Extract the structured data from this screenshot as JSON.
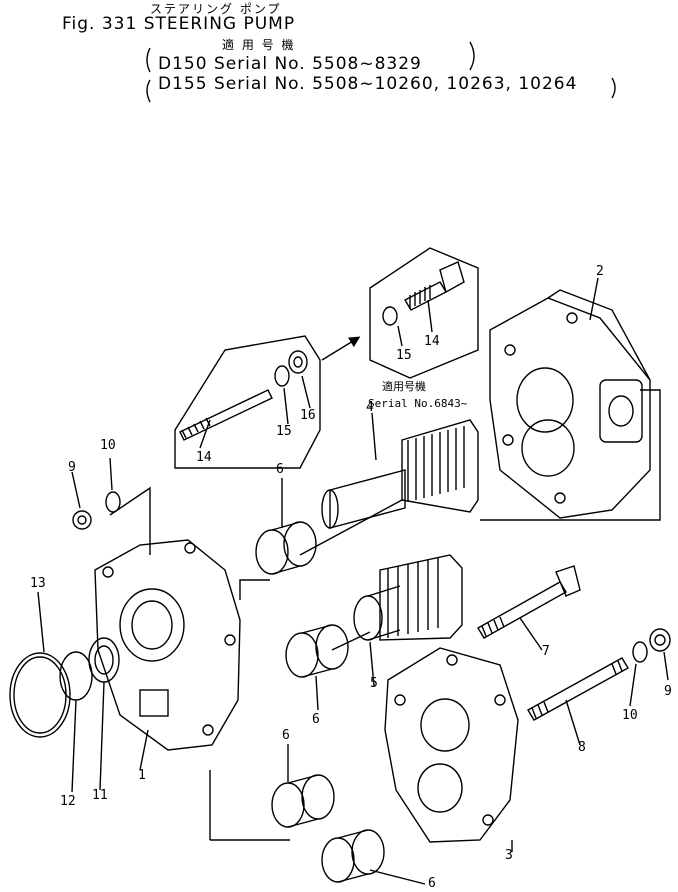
{
  "header": {
    "title_kana": "ステアリング ポンプ",
    "fig_label": "Fig. 331 STEERING PUMP",
    "applicability_kana": "適 用 号 機",
    "line1": "D150 Serial No. 5508~8329",
    "line2": "D155 Serial No. 5508~10260, 10263, 10264"
  },
  "inset": {
    "applicability_kana": "適用号機",
    "serial": "Serial No.6843~"
  },
  "callouts": {
    "c1": "1",
    "c2": "2",
    "c3": "3",
    "c4": "4",
    "c5": "5",
    "c6a": "6",
    "c6b": "6",
    "c6c": "6",
    "c6d": "6",
    "c7": "7",
    "c8": "8",
    "c9a": "9",
    "c9b": "9",
    "c10a": "10",
    "c10b": "10",
    "c11": "11",
    "c12": "12",
    "c13": "13",
    "c14a": "14",
    "c14b": "14",
    "c15a": "15",
    "c15b": "15",
    "c16": "16"
  }
}
